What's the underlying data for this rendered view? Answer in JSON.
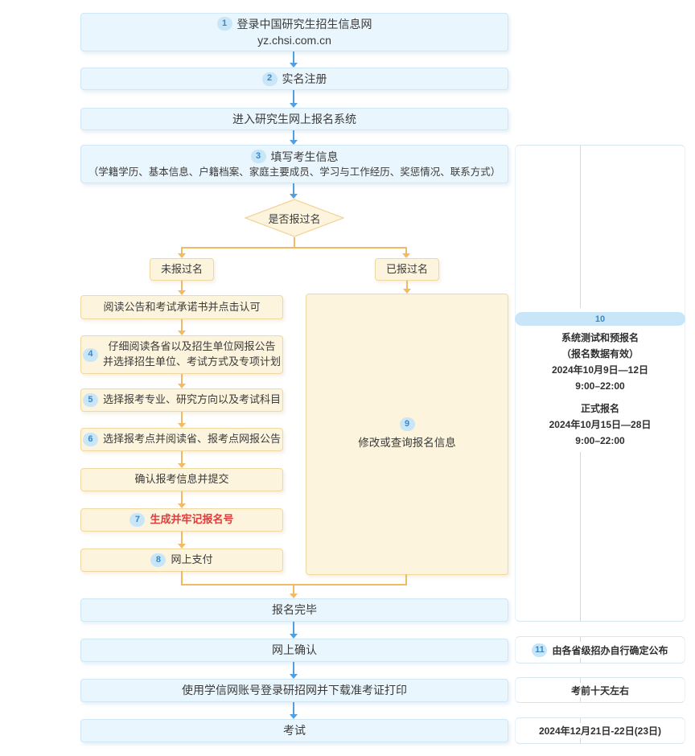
{
  "flow": {
    "step1": {
      "badge": "1",
      "line1": "登录中国研究生招生信息网",
      "line2": "yz.chsi.com.cn"
    },
    "step2": {
      "badge": "2",
      "label": "实名注册"
    },
    "enter": {
      "label": "进入研究生网上报名系统"
    },
    "step3": {
      "badge": "3",
      "label": "填写考生信息",
      "detail": "（学籍学历、基本信息、户籍档案、家庭主要成员、学习与工作经历、奖惩情况、联系方式）"
    },
    "decision": {
      "label": "是否报过名"
    },
    "branch_no": {
      "label": "未报过名"
    },
    "branch_yes": {
      "label": "已报过名"
    },
    "read_notice": {
      "label": "阅读公告和考试承诺书并点击认可"
    },
    "step4": {
      "badge": "4",
      "line1": "仔细阅读各省以及招生单位网报公告",
      "line2": "并选择招生单位、考试方式及专项计划"
    },
    "step5": {
      "badge": "5",
      "label": "选择报考专业、研究方向以及考试科目"
    },
    "step6": {
      "badge": "6",
      "label": "选择报考点并阅读省、报考点网报公告"
    },
    "confirm_submit": {
      "label": "确认报考信息并提交"
    },
    "step7": {
      "badge": "7",
      "label": "生成并牢记报名号"
    },
    "step8": {
      "badge": "8",
      "label": "网上支付"
    },
    "step9": {
      "badge": "9",
      "label": "修改或查询报名信息"
    },
    "done": {
      "label": "报名完毕"
    },
    "online_confirm": {
      "label": "网上确认"
    },
    "download_print": {
      "label": "使用学信网账号登录研招网并下载准考证打印"
    },
    "exam": {
      "label": "考试"
    }
  },
  "annotations": {
    "a10": {
      "badge": "10",
      "title": "系统测试和预报名",
      "note": "（报名数据有效）",
      "date1": "2024年10月9日—12日",
      "time1": "9:00–22:00",
      "title2": "正式报名",
      "date2": "2024年10月15日—28日",
      "time2": "9:00–22:00"
    },
    "a11": {
      "badge": "11",
      "label": "由各省级招办自行确定公布"
    },
    "a12": {
      "label": "考前十天左右"
    },
    "a13": {
      "label": "2024年12月21日-22日(23日)"
    }
  },
  "colors": {
    "blue_box_bg": "#eaf6fd",
    "blue_box_border": "#d0e7f5",
    "cream_box_bg": "#fdf4dd",
    "cream_box_border": "#f1d7a0",
    "badge_bg": "#c9e6f8",
    "badge_text": "#3a87c8",
    "arrow_blue": "#4f9fe2",
    "arrow_orange": "#f2ba62",
    "highlight_red": "#e23b3b",
    "bracket_line": "#c9dde9"
  }
}
